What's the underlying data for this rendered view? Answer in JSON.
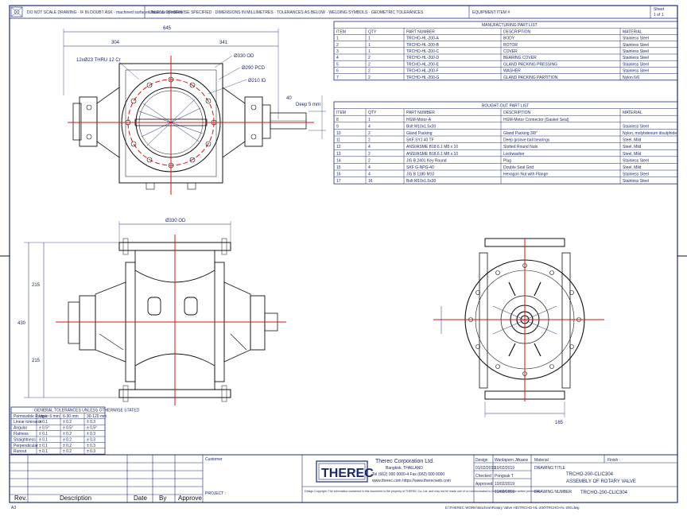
{
  "header": {
    "note_left": "DO NOT SCALE DRAWING · IF IN DOUBT ASK · machined surfaces finish as specified",
    "note_center": "UNLESS OTHERWISE SPECIFIED · DIMENSIONS IN MILLIMETRES · TOLERANCES AS BELOW · WELDING SYMBOLS · GEOMETRIC TOLERANCES",
    "equipment_label": "EQUIPMENT ITEM #",
    "sheet_label": "Sheet",
    "sheet_value": "1 of 1"
  },
  "top_view": {
    "dim_overall": "645",
    "dim_left": "304",
    "dim_right": "341",
    "holes_note": "12xØ23 THRU 12 Cr",
    "od_note": "Ø330 OD",
    "pcd_note": "Ø290 PCD",
    "id_note": "Ø210 ID",
    "shaft_dim": "40",
    "shaft_key": "Deep 5 mm"
  },
  "manufacturing_list": {
    "title": "MANUFACTURING PART LIST",
    "headers": [
      "ITEM",
      "QTY",
      "PART NUMBER",
      "DESCRIPTION",
      "MATERIAL"
    ],
    "rows": [
      [
        "1",
        "1",
        "TRCHO-HL-200-A",
        "BODY",
        "Stainless Steel"
      ],
      [
        "2",
        "1",
        "TRCHO-HL-200-B",
        "ROTOR",
        "Stainless Steel"
      ],
      [
        "3",
        "1",
        "TRCHO-HL-200-C",
        "COVER",
        "Stainless Steel"
      ],
      [
        "4",
        "2",
        "TRCHO-HL-200-D",
        "BEARING COVER",
        "Stainless Steel"
      ],
      [
        "5",
        "2",
        "TRCHO-HL-200-E",
        "GLAND PACKING PRESSING",
        "Stainless Steel"
      ],
      [
        "6",
        "2",
        "TRCHO-HL-200-F",
        "WASHER",
        "Stainless Steel"
      ],
      [
        "7",
        "2",
        "TRCHO-HL-200-G",
        "GLAND PACKING PARTITION",
        "Nylon 6/6"
      ]
    ]
  },
  "bought_list": {
    "title": "BOUGHT-OUT PART LIST",
    "headers": [
      "ITEM",
      "QTY",
      "PART NUMBER",
      "DESCRIPTION",
      "MATERIAL"
    ],
    "rows": [
      [
        "8",
        "1",
        "HGM-Motor-A",
        "HGM-Motor Connector (Gasket Seal)",
        ""
      ],
      [
        "9",
        "4",
        "Bolt M10x1.5x30",
        "",
        "Stainless Steel"
      ],
      [
        "10",
        "2",
        "Gland Packing",
        "Gland Packing 3/8\"",
        "Nylon, molybdenum disulphide"
      ],
      [
        "11",
        "2",
        "SKF SYJ 40 TF",
        "Deep groove ball bearings",
        "Steel, Mild"
      ],
      [
        "12",
        "4",
        "ANSI/ASME B18.6.1 M8 x 10",
        "Slotted Round Nuts",
        "Steel, Mild"
      ],
      [
        "13",
        "2",
        "ANSI/ASME B18.6.1 M8 x 10",
        "Lockwasher",
        "Steel, Mild"
      ],
      [
        "14",
        "2",
        "JIS B 2401 Key Round",
        "Plug",
        "Stainless Steel"
      ],
      [
        "15",
        "4",
        "SKF G-NPG-40",
        "Double Seal Grid",
        "Steel, Mild"
      ],
      [
        "16",
        "4",
        "JIS B 1180 M10",
        "Hexagon Nut with Flange",
        "Stainless Steel"
      ],
      [
        "17",
        "16",
        "Bolt M10x1.5x30",
        "",
        "Stainless Steel"
      ]
    ]
  },
  "front_view": {
    "flange_od": "Ø330 OD",
    "dim_upper": "215",
    "dim_total": "430",
    "dim_lower": "215"
  },
  "side_view": {
    "dim_base": "165"
  },
  "tolerance_table": {
    "title": "GENERAL TOLERANCES UNLESS OTHERWISE STATED",
    "headers": [
      "Permissible Range",
      "Up to 6 mm",
      "6-30 mm",
      "30-120 mm"
    ],
    "rows": [
      [
        "Linear tolerance",
        "± 0.1",
        "± 0.2",
        "± 0.3"
      ],
      [
        "Angular",
        "± 0.5°",
        "± 0.5°",
        "± 0.5°"
      ],
      [
        "Flatness",
        "± 0.1",
        "± 0.2",
        "± 0.3"
      ],
      [
        "Straightness",
        "± 0.1",
        "± 0.2",
        "± 0.3"
      ],
      [
        "Perpendicular",
        "± 0.1",
        "± 0.2",
        "± 0.3"
      ],
      [
        "Runout",
        "± 0.1",
        "± 0.2",
        "± 0.3"
      ]
    ]
  },
  "title_block": {
    "rev_label": "Rev.",
    "desc_label": "Description",
    "date_label": "Date",
    "by_label": "By",
    "approve_label": "Approve",
    "customer_label": "Customer",
    "project_label": "PROJECT :",
    "logo": "THEREC",
    "company": "Therec Corporation Ltd.",
    "location": "Bangkok, THAILAND",
    "contact": "Tel (662) 000 0000-4   Fax (662) 000 0000",
    "web": "www.therec.com  https://www.therecweb.com",
    "copyright": "Design Copyright: The information contained in this document is the property of THEREC Co.,Ltd. and may not be made use of or communicated to third parties without written permission.",
    "design_label": "Design",
    "design_value": "Wanlaporn Jitkaew",
    "checked_label": "Checked",
    "checked_value": "Pongsak T",
    "approved_label": "Approved",
    "date1": "01/02/2019",
    "date2": "10/02/2019",
    "date3": "10/02/2019",
    "date4": "10/02/2019",
    "material_label": "Material :",
    "finish_label": "Finish :",
    "drawing_title_label": "DRAWING TITLE",
    "drawing_title_1": "TRCHO-200-CLIC304",
    "drawing_title_2": "ASSEMBLY OF ROTARY VALVE",
    "drawing_number_label": "DRAWING NUMBER",
    "drawing_number": "TRCHO-200-CLIC304",
    "file_path": "E:\\THEREC WORK\\Machine\\Rotary Valve HD\\TRCHO-HL-200\\TRCHO-HL-200.dwg",
    "sheet_size": "A3"
  }
}
